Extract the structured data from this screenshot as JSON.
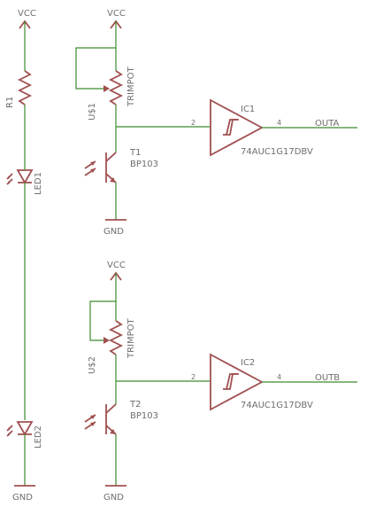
{
  "supply": {
    "vcc": "VCC",
    "gnd": "GND"
  },
  "resistor": {
    "name": "R1"
  },
  "leds": [
    {
      "name": "LED1"
    },
    {
      "name": "LED2"
    }
  ],
  "trimpots": [
    {
      "name": "U$1",
      "value": "TRIMPOT"
    },
    {
      "name": "U$2",
      "value": "TRIMPOT"
    }
  ],
  "transistors": [
    {
      "name": "T1",
      "value": "BP103"
    },
    {
      "name": "T2",
      "value": "BP103"
    }
  ],
  "buffers": [
    {
      "name": "IC1",
      "part": "74AUC1G17DBV",
      "pin_in": "2",
      "pin_out": "4",
      "net": "OUTA"
    },
    {
      "name": "IC2",
      "part": "74AUC1G17DBV",
      "pin_in": "2",
      "pin_out": "4",
      "net": "OUTB"
    }
  ]
}
